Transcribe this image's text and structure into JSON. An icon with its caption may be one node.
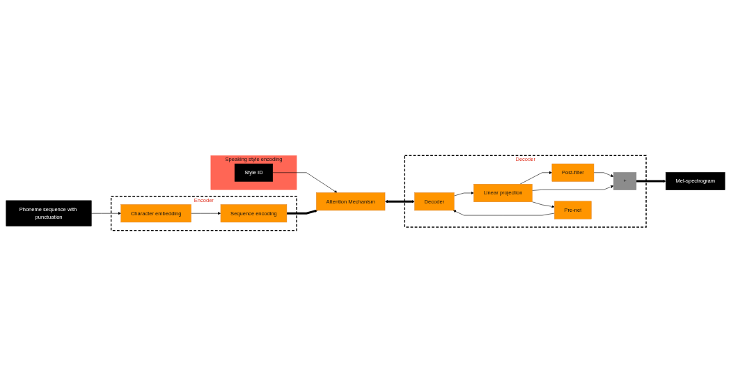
{
  "diagram": {
    "nodes": [
      {
        "text": [
          "Encoder"
        ]
      },
      {
        "text": [
          "Sequence encoding"
        ],
        "in": 0
      },
      {
        "text": [
          "Character embedding"
        ],
        "in": 0
      },
      {
        "text": [
          "Phoneme sequence with punctuation"
        ]
      },
      {
        "text": [
          "Attention Mechanism"
        ]
      },
      {
        "text": [
          "Speaking style encoding"
        ]
      },
      {
        "text": [
          "Style ID"
        ],
        "in": 5
      },
      {
        "text": [
          "Decoder"
        ]
      },
      {
        "text": [
          "+"
        ],
        "in": 7
      },
      {
        "text": [
          "Post-filter"
        ],
        "in": 7
      },
      {
        "text": [
          "Linear projection"
        ],
        "in": 7
      },
      {
        "text": [
          "Decoder"
        ],
        "in": 7
      },
      {
        "text": [
          "Pre-net"
        ],
        "in": 7
      },
      {
        "text": [
          "Mel-spectrogram"
        ]
      }
    ],
    "edges": [
      {
        "from": 3,
        "to": 2,
        "arrow": "to"
      },
      {
        "from": 2,
        "to": 1,
        "arrow": "to"
      },
      {
        "from": 1,
        "to": 4,
        "arrow": "to",
        "style": "thick"
      },
      {
        "from": 6,
        "to": 4,
        "arrow": "to"
      },
      {
        "from": 4,
        "to": 11,
        "arrow": "both",
        "style": "thick"
      },
      {
        "from": 12,
        "to": 11,
        "arrow": "to"
      },
      {
        "from": 11,
        "to": 10,
        "arrow": "to"
      },
      {
        "from": 10,
        "to": 9,
        "arrow": "to"
      },
      {
        "from": 9,
        "to": 8,
        "arrow": "to"
      },
      {
        "from": 8,
        "to": 13,
        "arrow": "to",
        "style": "thick"
      },
      {
        "from": 10,
        "to": 8,
        "arrow": "to"
      },
      {
        "from": 10,
        "to": 12,
        "arrow": "to"
      }
    ]
  }
}
